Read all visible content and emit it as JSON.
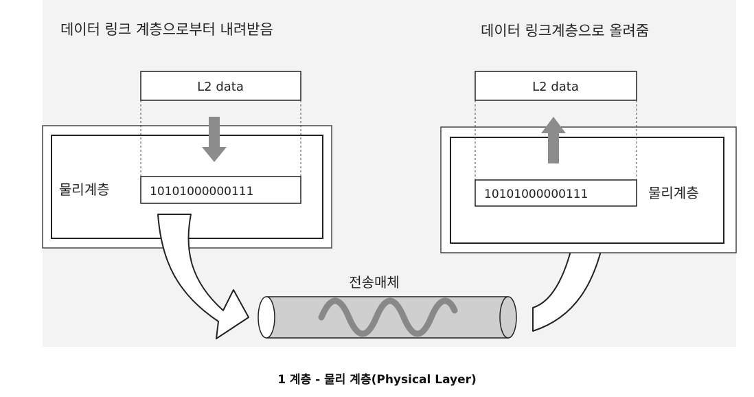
{
  "left": {
    "top_text": "데이터 링크 계층으로부터 내려받음",
    "data_label": "L2 data",
    "layer_label": "물리계층",
    "bits": "10101000000111"
  },
  "right": {
    "top_text": "데이터 링크계층으로 올려줌",
    "data_label": "L2 data",
    "layer_label": "물리계층",
    "bits": "10101000000111"
  },
  "medium_label": "전송매체",
  "caption": "1 계층 - 물리 계층(Physical Layer)",
  "colors": {
    "panel_bg": "#f3f3f3",
    "arrow_gray": "#8c8c8c",
    "wave_gray": "#888888",
    "cylinder_gray": "#cfcfcf"
  }
}
